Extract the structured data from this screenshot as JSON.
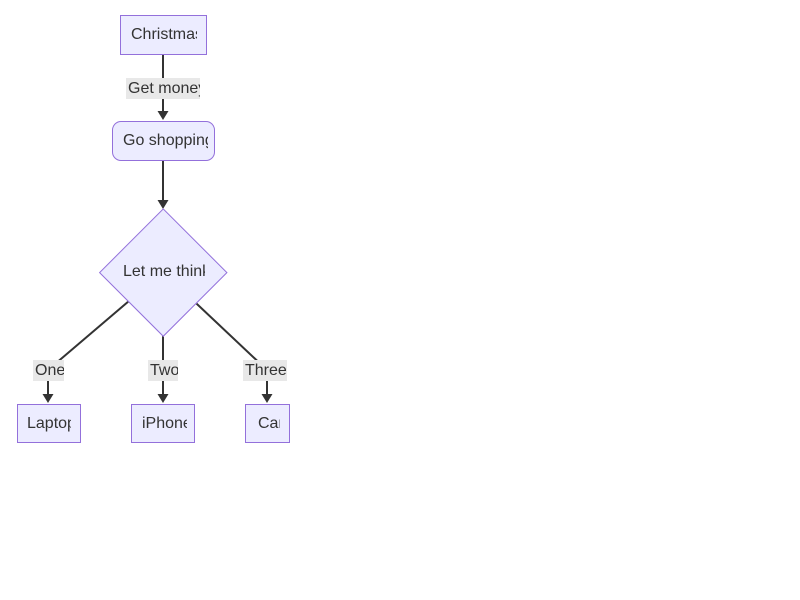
{
  "diagram": {
    "type": "flowchart-top-down",
    "nodes": {
      "christmas": {
        "label": "Christmas",
        "shape": "rectangle"
      },
      "go_shopping": {
        "label": "Go shopping",
        "shape": "rounded-rectangle"
      },
      "decision": {
        "label": "Let me think",
        "shape": "diamond"
      },
      "laptop": {
        "label": "Laptop",
        "shape": "rectangle"
      },
      "iphone": {
        "label": "iPhone",
        "shape": "rectangle"
      },
      "car": {
        "label": "Car",
        "shape": "rectangle"
      }
    },
    "edges": {
      "christmas_to_go_shopping": {
        "label": "Get money"
      },
      "go_shopping_to_decision": {
        "label": ""
      },
      "decision_to_laptop": {
        "label": "One"
      },
      "decision_to_iphone": {
        "label": "Two"
      },
      "decision_to_car": {
        "label": "Three"
      }
    },
    "colors": {
      "node_fill": "#ECECFF",
      "node_border": "#9370DB",
      "edge_stroke": "#333333",
      "edge_label_background": "#e8e8e8",
      "text": "#333333",
      "page_background": "#ffffff"
    }
  }
}
